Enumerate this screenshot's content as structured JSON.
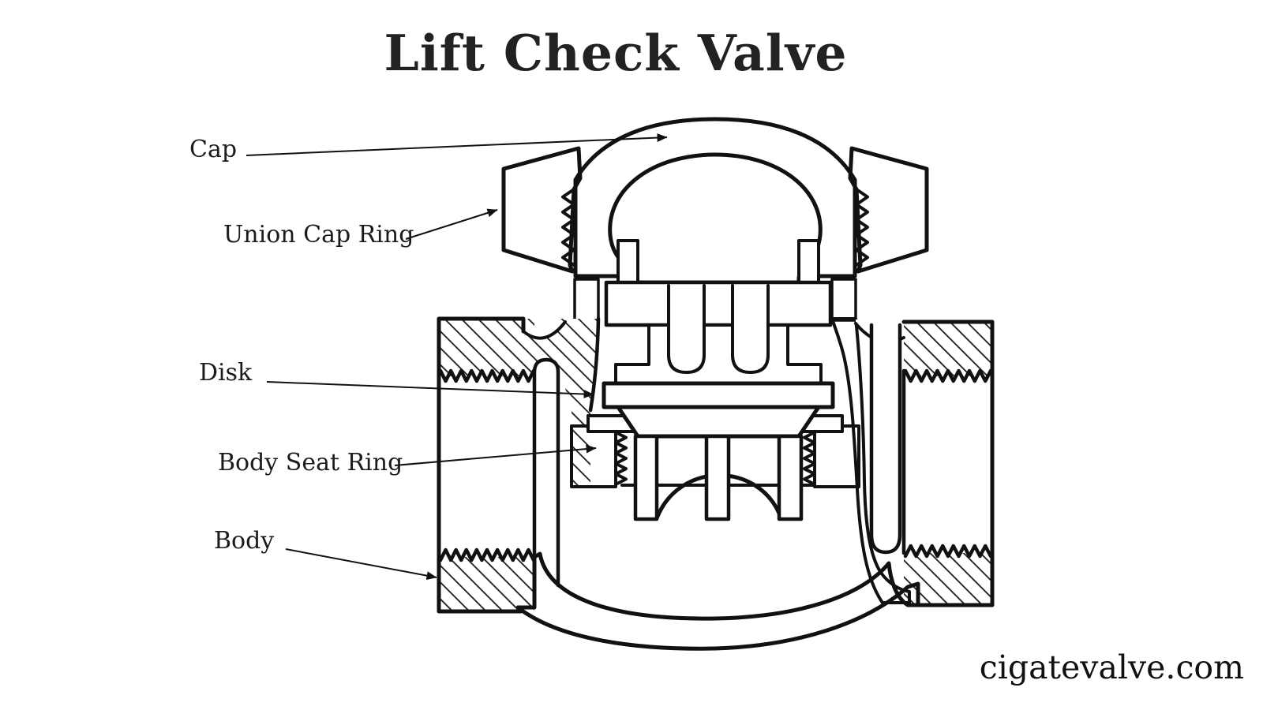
{
  "title": "Lift Check Valve",
  "watermark": "cigatevalve.com",
  "diagram": {
    "type": "labeled cross-section engineering diagram",
    "subject": "lift check valve",
    "colors": {
      "line": "#111111",
      "background": "#ffffff"
    },
    "hatch_style": "45-degree diagonal section hatching",
    "labels": {
      "cap": "Cap",
      "union_cap_ring": "Union Cap Ring",
      "disk": "Disk",
      "body_seat_ring": "Body Seat Ring",
      "body": "Body"
    }
  }
}
